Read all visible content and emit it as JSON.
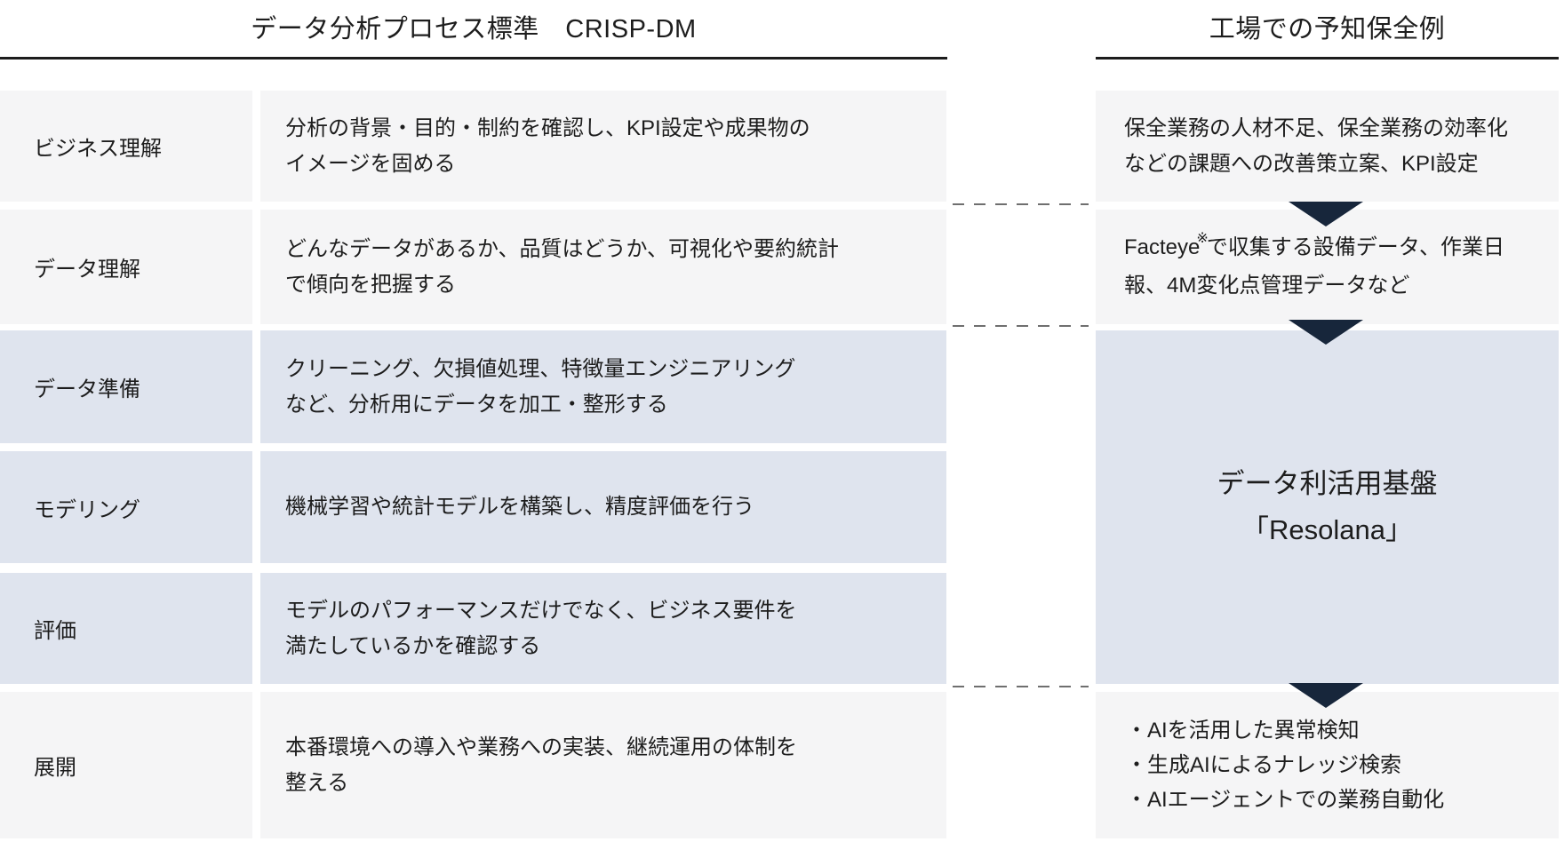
{
  "left_section": {
    "title": "データ分析プロセス標準　CRISP-DM",
    "rows": [
      {
        "id": "business-understanding",
        "label": "ビジネス理解",
        "description": "分析の背景・目的・制約を確認し、KPI設定や成果物の\nイメージを固める",
        "tone": "gray"
      },
      {
        "id": "data-understanding",
        "label": "データ理解",
        "description": "どんなデータがあるか、品質はどうか、可視化や要約統計\nで傾向を把握する",
        "tone": "gray"
      },
      {
        "id": "data-preparation",
        "label": "データ準備",
        "description": "クリーニング、欠損値処理、特徴量エンジニアリング\nなど、分析用にデータを加工・整形する",
        "tone": "blue"
      },
      {
        "id": "modeling",
        "label": "モデリング",
        "description": "機械学習や統計モデルを構築し、精度評価を行う",
        "tone": "blue"
      },
      {
        "id": "evaluation",
        "label": "評価",
        "description": "モデルのパフォーマンスだけでなく、ビジネス要件を\n満たしているかを確認する",
        "tone": "blue"
      },
      {
        "id": "deployment",
        "label": "展開",
        "description": "本番環境への導入や業務への実装、継続運用の体制を\n整える",
        "tone": "gray"
      }
    ]
  },
  "right_section": {
    "title": "工場での予知保全例",
    "boxes": {
      "issues": {
        "text": "保全業務の人材不足、保全業務の効率化\nなどの課題への改善策立案、KPI設定"
      },
      "data_sources": {
        "text_before": "Facteye",
        "note_mark": "※",
        "text_after": "で収集する設備データ、作業日\n報、4M変化点管理データなど"
      },
      "platform": {
        "text": "データ利活用基盤\n「Resolana」"
      },
      "ai_use_cases": {
        "bullets": [
          "・AIを活用した異常検知",
          "・生成AIによるナレッジ検索",
          "・AIエージェントでの業務自動化"
        ]
      }
    }
  },
  "colors": {
    "c-gray": "#f5f5f6",
    "c-blue": "#dfe4ee",
    "c-navy": "#17263b",
    "c-rule": "#1c1c1c",
    "c-dash": "#6f6f6f",
    "c-text": "#1d1d1d"
  }
}
